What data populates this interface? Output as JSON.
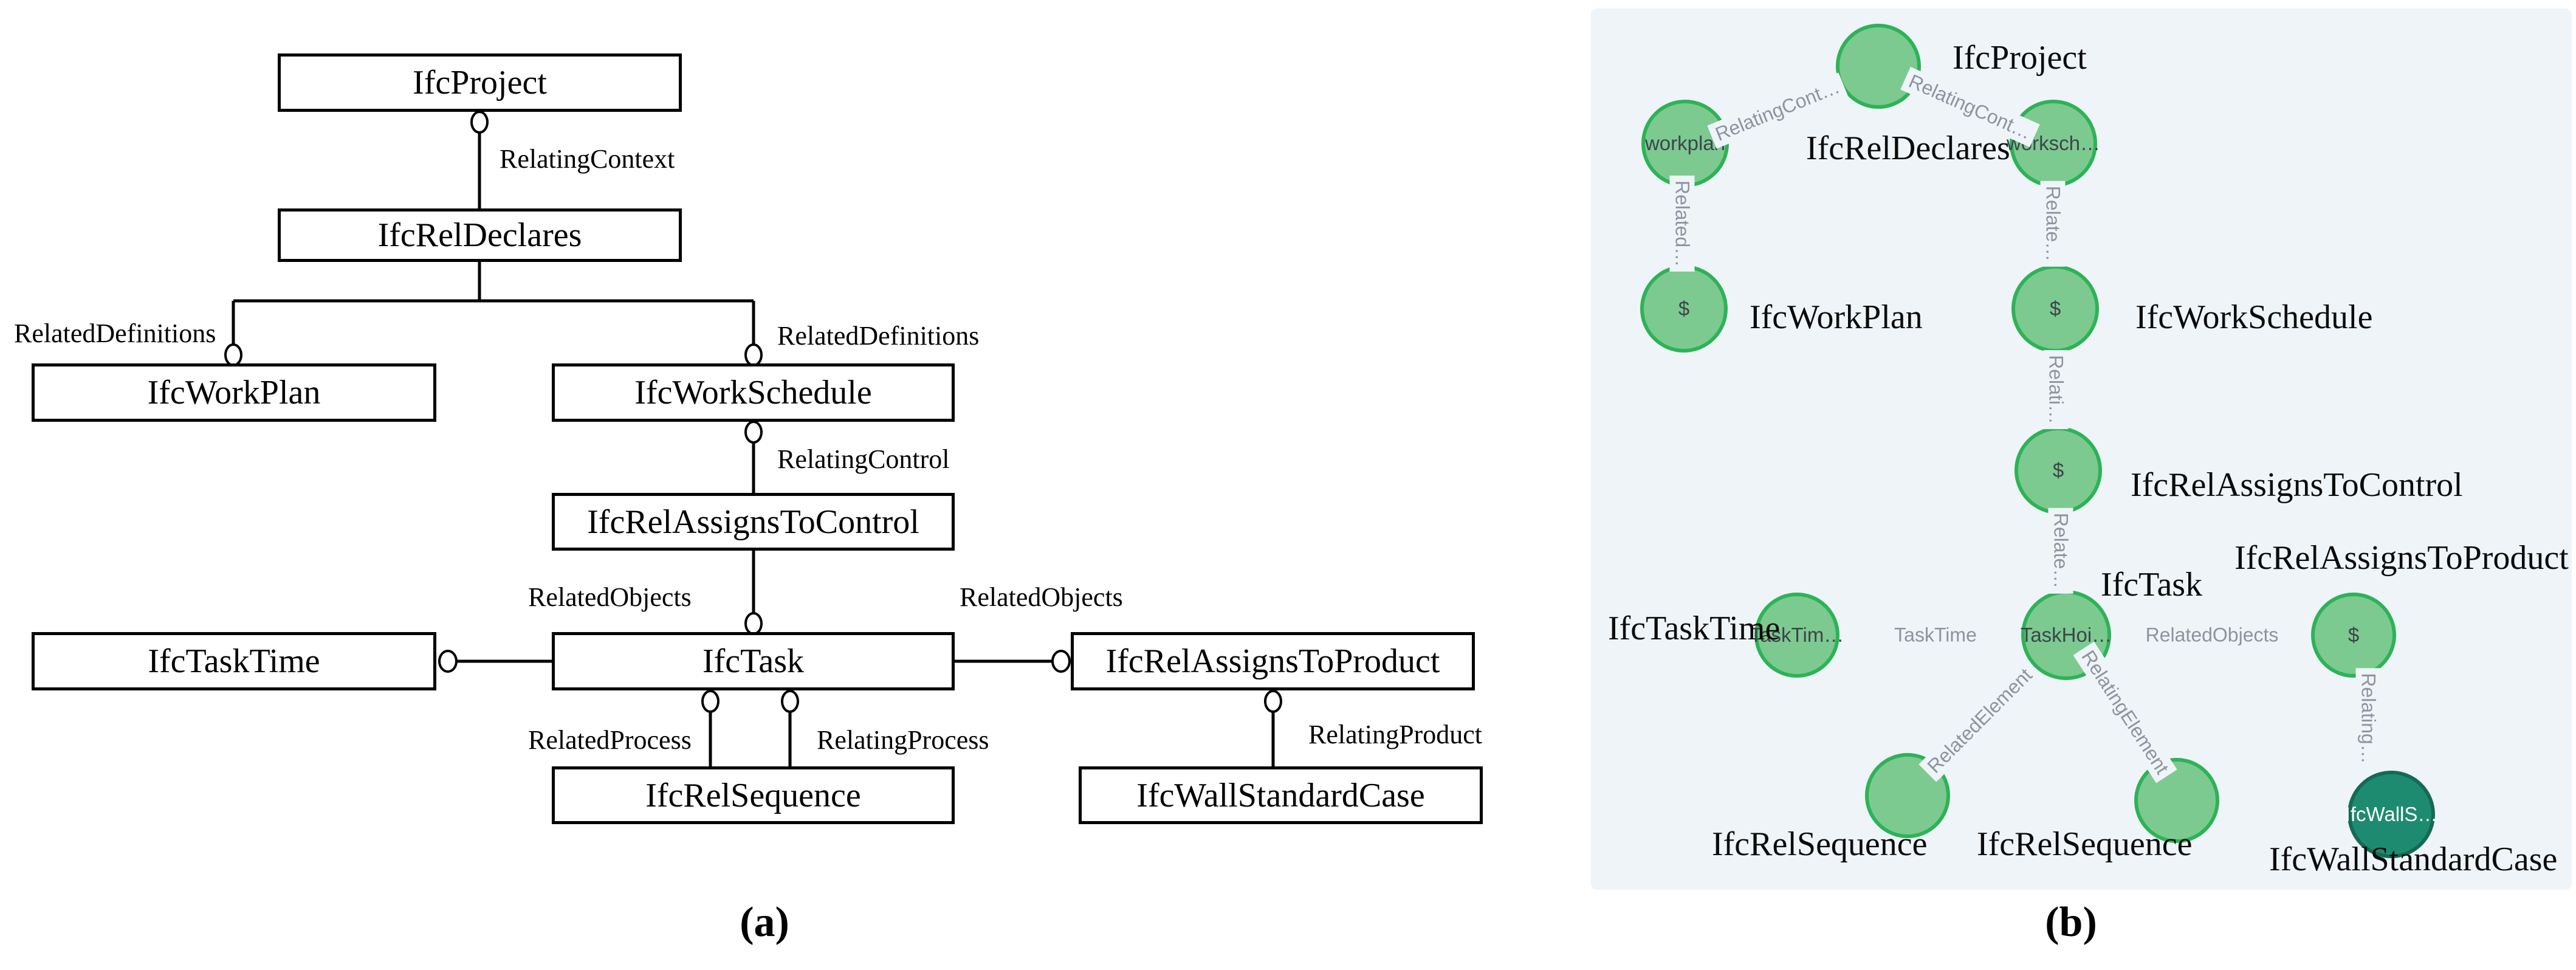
{
  "figure": {
    "caption_a": "(a)",
    "caption_b": "(b)"
  },
  "panel_a": {
    "boxes": {
      "ifc_project": "IfcProject",
      "ifc_rel_declares": "IfcRelDeclares",
      "ifc_work_plan": "IfcWorkPlan",
      "ifc_work_schedule": "IfcWorkSchedule",
      "ifc_rel_assigns_to_control": "IfcRelAssignsToControl",
      "ifc_task_time": "IfcTaskTime",
      "ifc_task": "IfcTask",
      "ifc_rel_assigns_to_product": "IfcRelAssignsToProduct",
      "ifc_rel_sequence": "IfcRelSequence",
      "ifc_wall_standard_case": "IfcWallStandardCase"
    },
    "edge_labels": {
      "relating_context": "RelatingContext",
      "related_definitions_left": "RelatedDefinitions",
      "related_definitions_right": "RelatedDefinitions",
      "relating_control": "RelatingControl",
      "related_objects_left": "RelatedObjects",
      "related_objects_right": "RelatedObjects",
      "related_process": "RelatedProcess",
      "relating_process": "RelatingProcess",
      "relating_product": "RelatingProduct"
    }
  },
  "panel_b": {
    "colors": {
      "background": "#eff4f8",
      "node_fill": "#7cca90",
      "node_border": "#2db357",
      "dark_node_fill": "#1d8b70",
      "dark_node_border": "#156a55",
      "edge_line": "#adb4bf",
      "edge_label": "#8d949f"
    },
    "node_texts": {
      "workplan": "workplan",
      "workschedule": "worksch…",
      "workplan_dollar": "$",
      "workschedule_dollar": "$",
      "control_dollar": "$",
      "taskhoi": "TaskHoi…",
      "tasktim": "TaskTim…",
      "product_dollar": "$",
      "wall": "IfcWallS…"
    },
    "captions": {
      "ifc_project": "IfcProject",
      "ifc_rel_declares": "IfcRelDeclares",
      "ifc_work_plan": "IfcWorkPlan",
      "ifc_work_schedule": "IfcWorkSchedule",
      "ifc_rel_assigns_to_control": "IfcRelAssignsToControl",
      "ifc_task": "IfcTask",
      "ifc_task_time": "IfcTaskTime",
      "ifc_rel_assigns_to_product": "IfcRelAssignsToProduct",
      "ifc_rel_sequence_left": "IfcRelSequence",
      "ifc_rel_sequence_right": "IfcRelSequence",
      "ifc_wall_standard_case": "IfcWallStandardCase"
    },
    "edge_labels": {
      "relating_context_left": "RelatingCont…",
      "relating_context_right": "RelatingCont…",
      "related_definitions_left": "Related…",
      "related_definitions_right": "Relate…",
      "relating_control_up": "Relati…",
      "related_objects_down": "Relate…",
      "task_time": "TaskTime",
      "related_objects": "RelatedObjects",
      "related_element": "RelatedElement",
      "relating_element": "RelatingElement",
      "relating_product": "Relating…"
    }
  }
}
